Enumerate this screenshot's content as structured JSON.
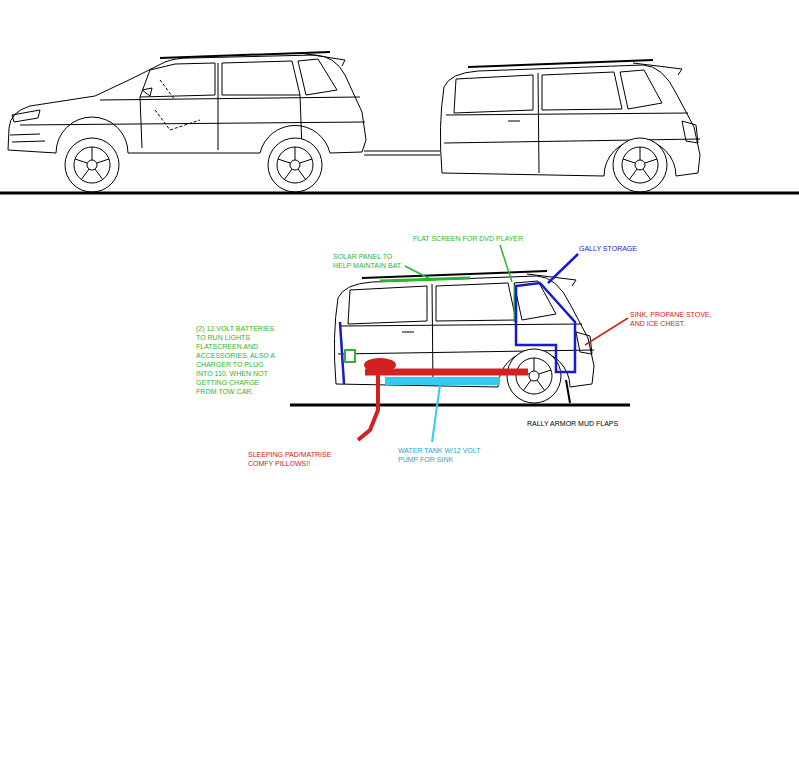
{
  "diagram": {
    "labels": [
      "FLAT SCREEN FOR DVD PLAYER",
      "SOLAR PANEL TO HELP MAINTAIN BAT.",
      "GALLY STORAGE",
      "SINK, PROPANE STOVE, AND ICE CHEST.",
      "(2) 12 VOLT BATTERIES TO RUN LIGHTS FLATSCREEN AND ACCESSORIES. ALSO A CHARGER TO PLUG INTO 110. WHEN NOT GETTING CHARGE FROM TOW CAR.",
      "RALLY ARMOR MUD FLAPS",
      "SLEEPING PAD/MATRISE COMFY PILLOWS!!",
      "WATER TANK W/12 VOLT PUMP FOR SINK"
    ]
  }
}
